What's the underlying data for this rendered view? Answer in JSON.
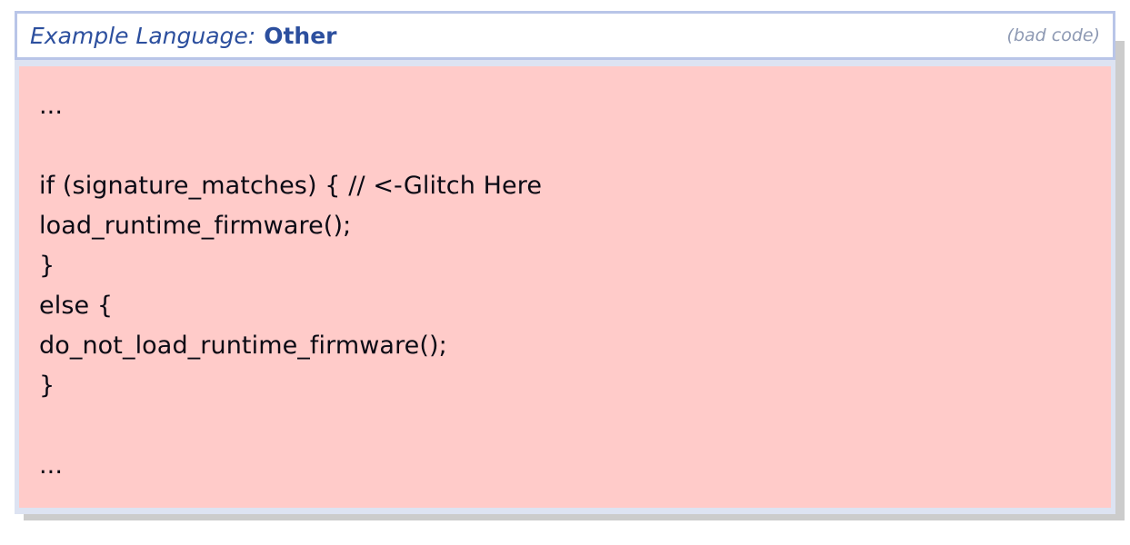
{
  "block": {
    "header": {
      "language_label": "Example Language:",
      "language_value": "Other",
      "quality_note": "(bad code)"
    },
    "code": {
      "lines": [
        "...",
        "",
        "if (signature_matches) { // <-Glitch Here",
        "load_runtime_firmware();",
        "}",
        "else {",
        "do_not_load_runtime_firmware();",
        "}",
        "",
        "..."
      ]
    },
    "colors": {
      "header_text": "#2c4f9e",
      "note_text": "#8d99b3",
      "header_border": "#b9c5e8",
      "code_background": "#ffcbc9",
      "code_text": "#0a0a14",
      "code_border": "#dde3f2",
      "shadow": "#cccccc"
    }
  }
}
